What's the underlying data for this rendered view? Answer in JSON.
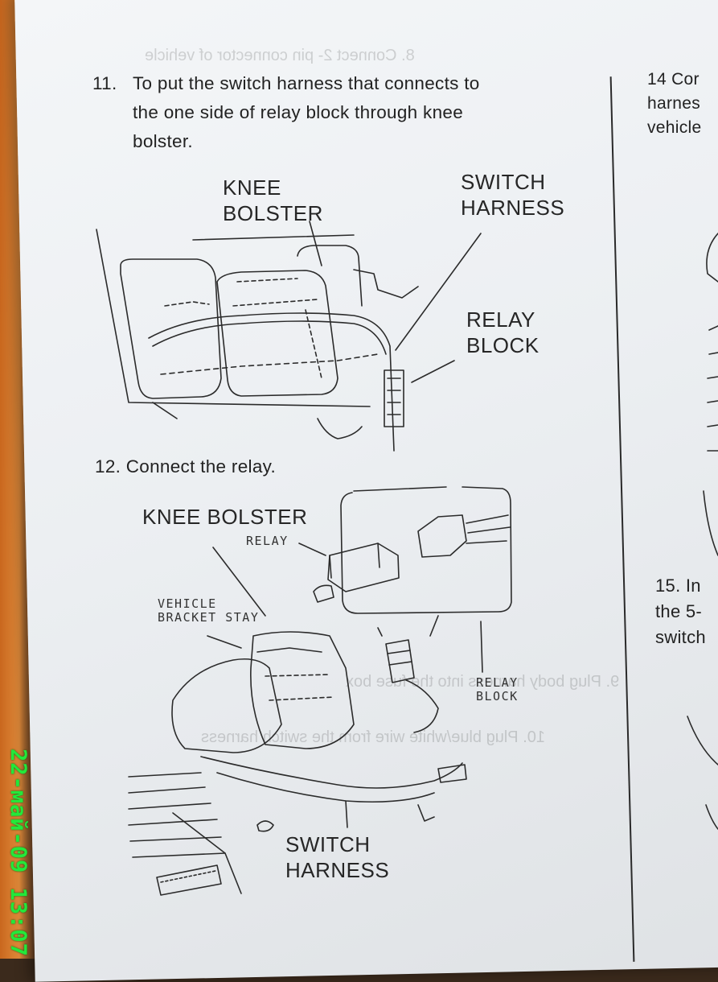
{
  "step11": {
    "number": "11.",
    "line1": "To put the switch harness that connects to",
    "line2": "the one side of relay block through knee",
    "line3": "bolster."
  },
  "diagram1": {
    "knee_bolster_1": "KNEE",
    "knee_bolster_2": "BOLSTER",
    "switch_harness_1": "SWITCH",
    "switch_harness_2": "HARNESS",
    "relay_block_1": "RELAY",
    "relay_block_2": "BLOCK"
  },
  "step12": {
    "text": "12. Connect the relay."
  },
  "diagram2": {
    "knee_bolster": "KNEE BOLSTER",
    "relay": "RELAY",
    "vehicle_1": "VEHICLE",
    "vehicle_2": "BRACKET STAY",
    "relay_block_1": "RELAY",
    "relay_block_2": "BLOCK",
    "switch_harness_1": "SWITCH",
    "switch_harness_2": "HARNESS"
  },
  "right_column": {
    "step14_line1": "14 Cor",
    "step14_line2": "harnes",
    "step14_line3": "vehicle",
    "step15_line1": "15. In",
    "step15_line2": "the 5-",
    "step15_line3": "switch"
  },
  "show_through": {
    "line1": "8. Connect 2- pin connector of vehicle",
    "line2": "9. Plug body harness into the fuse box",
    "line3": "10. Plug blue/white wire from the switch harness"
  },
  "timestamp": "22-май-09 13:07"
}
